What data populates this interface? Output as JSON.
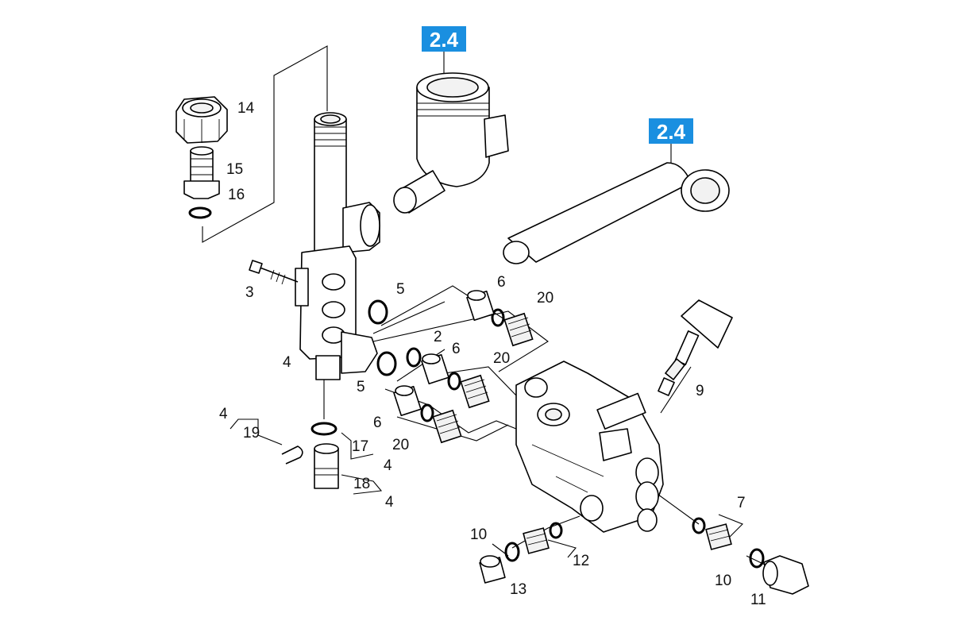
{
  "colors": {
    "badge": "#1a8fe0",
    "line": "#000000",
    "background": "#ffffff"
  },
  "badges": [
    "2.4",
    "2.4"
  ],
  "labels": {
    "n14": "14",
    "n15": "15",
    "n16": "16",
    "n3": "3",
    "n4a": "4",
    "n5a": "5",
    "n5b": "5",
    "n6a": "6",
    "n6b": "6",
    "n6c": "6",
    "n20a": "20",
    "n20b": "20",
    "n20c": "20",
    "n2": "2",
    "n9": "9",
    "n4b": "4",
    "n19": "19",
    "n17": "17",
    "n4c": "4",
    "n18": "18",
    "n4d": "4",
    "n7": "7",
    "n10a": "10",
    "n12": "12",
    "n13": "13",
    "n10b": "10",
    "n11": "11"
  }
}
